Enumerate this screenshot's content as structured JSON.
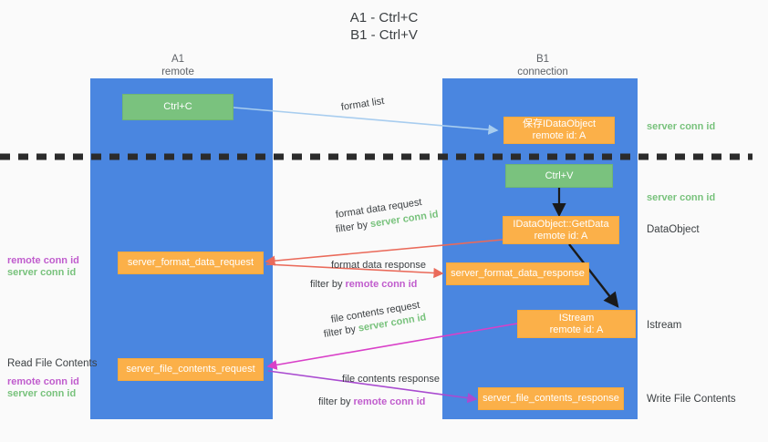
{
  "title": {
    "line1": "A1 - Ctrl+C",
    "line2": "B1 - Ctrl+V"
  },
  "columns": [
    {
      "name": "A1",
      "sub": "remote"
    },
    {
      "name": "B1",
      "sub": "connection"
    }
  ],
  "boxes": {
    "ctrl_c": "Ctrl+C",
    "ctrl_v": "Ctrl+V",
    "save_idataobject_l1": "保存IDataObject",
    "save_idataobject_l2": "remote id: A",
    "getdata_l1": "IDataObject::GetData",
    "getdata_l2": "remote id: A",
    "istream_l1": "IStream",
    "istream_l2": "remote id: A",
    "server_format_data_request": "server_format_data_request",
    "server_format_data_response": "server_format_data_response",
    "server_file_contents_request": "server_file_contents_request",
    "server_file_contents_response": "server_file_contents_response"
  },
  "arrow_labels": {
    "format_list": "format list",
    "format_data_request": "format data request",
    "format_data_request_filter_prefix": "filter by ",
    "format_data_request_filter_value": "server conn id",
    "format_data_response": "format data response",
    "format_data_response_filter_prefix": "filter by ",
    "format_data_response_filter_value": "remote conn id",
    "file_contents_request": "file contents request",
    "file_contents_request_filter_prefix": "filter by ",
    "file_contents_request_filter_value": "server conn id",
    "file_contents_response": "file contents response",
    "file_contents_response_filter_prefix": "filter by ",
    "file_contents_response_filter_value": "remote conn id"
  },
  "right_labels": {
    "server_conn_id_top": "server conn id",
    "server_conn_id_mid": "server conn id",
    "dataobject": "DataObject",
    "istream": "Istream",
    "write_file_contents": "Write File Contents"
  },
  "left_labels": {
    "group1_remote": "remote conn id",
    "group1_server": "server conn id",
    "read_file_contents": "Read File Contents",
    "group2_remote": "remote conn id",
    "group2_server": "server conn id"
  },
  "colors": {
    "lane": "#4a86e0",
    "green_box": "#7ac27e",
    "orange_box": "#fbb049",
    "server_conn_id": "#78c27c",
    "remote_conn_id": "#c05ccd",
    "arrow_blue": "#a8cdef",
    "arrow_red": "#ea6a5a",
    "arrow_magenta": "#d940c8",
    "arrow_purple": "#a94bd0",
    "arrow_black": "#1a1a1a",
    "divider": "#2b2b2b",
    "background": "#fafafa"
  }
}
